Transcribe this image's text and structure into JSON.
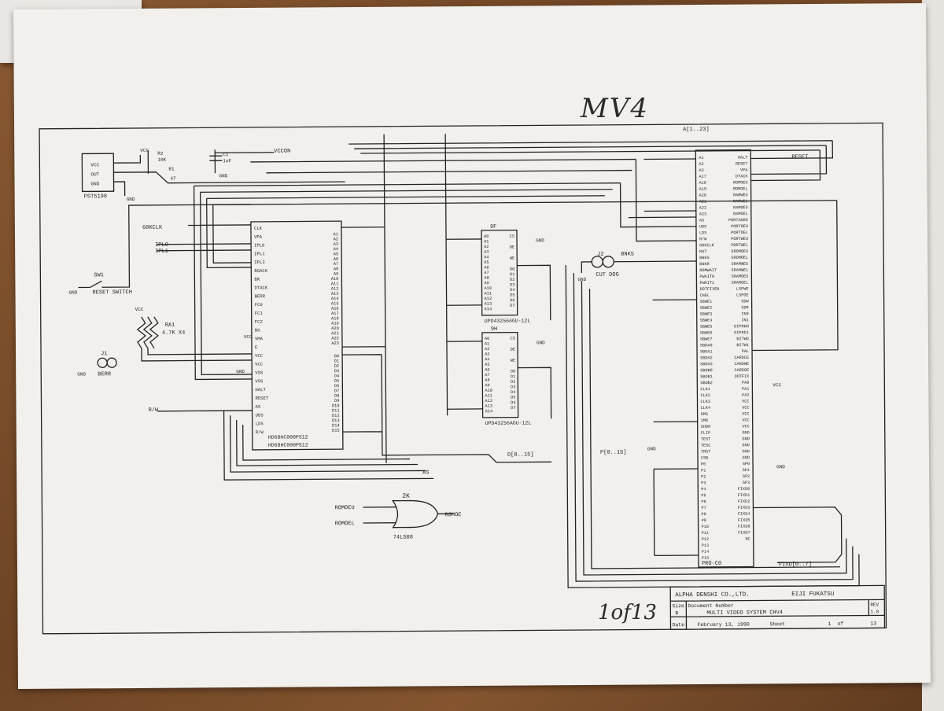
{
  "handwriting": {
    "top_note": "MV4",
    "page_note": "1of13"
  },
  "power": {
    "osc": {
      "ref": "PST5198",
      "pins": [
        "VCC",
        "OUT",
        "GND"
      ]
    },
    "r2": "R2",
    "r2_val": "10K",
    "r1": "R1",
    "r1_val": "47",
    "c1": "C1",
    "c1_val": "1uF",
    "vcc": "VCC",
    "gnd": "GND",
    "vccon": "VCCON"
  },
  "reset_switch": {
    "ref": "SW1",
    "label": "RESET SWITCH"
  },
  "resistor_array": {
    "ref": "RA1",
    "val": "4.7K X4"
  },
  "berr_jumper": {
    "ref": "J1",
    "label": "BERR"
  },
  "cut_dog": {
    "ref": "J2",
    "label": "CUT DOG"
  },
  "cpu": {
    "part1": "HD68HC000PS12",
    "part2": "HD68HC000PS12",
    "left_pins": [
      "CLK",
      "VPA",
      "IPL0",
      "IPL1",
      "IPL2",
      "BGACK",
      "BR",
      "DTACK",
      "BERR",
      "FC0",
      "FC1",
      "FC2",
      "BG",
      "VMA",
      "E",
      "VCC",
      "VCC",
      "VSS",
      "VSS",
      "HALT",
      "RESET",
      "AS",
      "UDS",
      "LDS",
      "R/W"
    ],
    "addr_pins": [
      "A1",
      "A2",
      "A3",
      "A4",
      "A5",
      "A6",
      "A7",
      "A8",
      "A9",
      "A10",
      "A11",
      "A12",
      "A13",
      "A14",
      "A15",
      "A16",
      "A17",
      "A18",
      "A19",
      "A20",
      "A21",
      "A22",
      "A23"
    ],
    "data_pins": [
      "D0",
      "D1",
      "D2",
      "D3",
      "D4",
      "D5",
      "D6",
      "D7",
      "D8",
      "D9",
      "D10",
      "D11",
      "D12",
      "D13",
      "D14",
      "D15"
    ]
  },
  "net_labels": {
    "cpuclk": "68KCLK",
    "ipl": [
      "IPL0",
      "IPL1"
    ],
    "rw": "R/W",
    "d_bus": "D[0..15]",
    "as": "AS",
    "p_bus": "P[0..15]",
    "a_bus": "A[1..23]",
    "reset": "RESET",
    "bnks": "BNKS",
    "fixd_bus": "FIXD[0..7]"
  },
  "ram_upper": {
    "ref": "9F",
    "part": "UPD43256AGU-12L",
    "pins": [
      "A0",
      "A1",
      "A2",
      "A3",
      "A4",
      "A5",
      "A6",
      "A7",
      "A8",
      "A9",
      "A10",
      "A11",
      "A12",
      "A13",
      "A14",
      "CS",
      "OE",
      "WE",
      "D0",
      "D1",
      "D2",
      "D3",
      "D4",
      "D5",
      "D6",
      "D7"
    ]
  },
  "ram_lower": {
    "ref": "9H",
    "part": "UPD43256AGU-12L",
    "pins": [
      "A0",
      "A1",
      "A2",
      "A3",
      "A4",
      "A5",
      "A6",
      "A7",
      "A8",
      "A9",
      "A10",
      "A11",
      "A12",
      "A13",
      "A14",
      "CS",
      "OE",
      "WE",
      "D0",
      "D1",
      "D2",
      "D3",
      "D4",
      "D5",
      "D6",
      "D7"
    ]
  },
  "gate": {
    "ref": "2K",
    "part": "74LS08",
    "in1": "ROMOEU",
    "in2": "ROMOEL",
    "out": "ROMOE"
  },
  "pro_c0": {
    "name": "PRO-C0",
    "left_pins": [
      "A1",
      "A2",
      "A3",
      "A17",
      "A18",
      "A19",
      "A20",
      "A21",
      "A22",
      "A23",
      "AS",
      "UDS",
      "LDS",
      "R/W",
      "68KCLK",
      "RST",
      "BNKS",
      "BNKR",
      "ROMWAIT",
      "PWAIT0",
      "PWAIT1",
      "DOTFIXEN",
      "CHGL",
      "SBWE1",
      "SBWE2",
      "SBWE3",
      "SBWE4",
      "SBWE5",
      "SBWE6",
      "SBWE7",
      "SBDA0",
      "SBDA1",
      "SBDA2",
      "SBDA3",
      "SBOB0",
      "SBOB1",
      "SBOB2",
      "CLK1",
      "CLK2",
      "CLK3",
      "CLK4",
      "SMS",
      "1MB",
      "SHDR",
      "FLIP",
      "TEST",
      "TESC",
      "TRST",
      "CSB",
      "P0",
      "P1",
      "P2",
      "P3",
      "P4",
      "P5",
      "P6",
      "P7",
      "P8",
      "P9",
      "P10",
      "P11",
      "P12",
      "P13",
      "P14",
      "P15"
    ],
    "right_pins": [
      "HALT",
      "RESET",
      "VPA",
      "DTACK",
      "ROMOEU",
      "ROMOEL",
      "RAMWEU",
      "RAMWEL",
      "RAMOEU",
      "RAMOEL",
      "PORTADRS",
      "PORTOEU",
      "PORTOEL",
      "PORTWEU",
      "PORTWEL",
      "SROMOEU",
      "SROMOEL",
      "SRAMWEU",
      "SRAMWEL",
      "SRAMOEU",
      "SRAMOEL",
      "LSPWE",
      "LSPOE",
      "SDW",
      "SDR",
      "IN0",
      "IN1",
      "DIPRDO",
      "DIPRD1",
      "BITWD",
      "BITW1",
      "PAL",
      "CARDCE",
      "CARDWE",
      "CARDOE",
      "DOTFIX",
      "PA0",
      "PA1",
      "PA2",
      "VCC",
      "VCC",
      "VCC",
      "VCC",
      "VCC",
      "GND",
      "GND",
      "GND",
      "GND",
      "GND",
      "SP0",
      "SP1",
      "SP2",
      "SP3",
      "FIXD0",
      "FIXD1",
      "FIXD2",
      "FIXD3",
      "FIXD4",
      "FIXD5",
      "FIXD6",
      "FIXD7",
      "NC"
    ]
  },
  "title_block": {
    "company": "ALPHA DENSHI CO.,LTD.",
    "author": "EIJI FUKATSU",
    "size_label": "Size",
    "size": "B",
    "docnum_label": "Document Number",
    "title": "MULTI VIDEO SYSTEM CHV4",
    "rev_label": "REV",
    "rev": "1.0",
    "date_label": "Date:",
    "date": "February 13, 1990",
    "sheet_label": "Sheet",
    "sheet": "1",
    "of_label": "of",
    "sheets": "13"
  },
  "colors": {
    "ink": "#222222",
    "paper": "#f1f0ed",
    "desk": "#7a4e2c"
  }
}
